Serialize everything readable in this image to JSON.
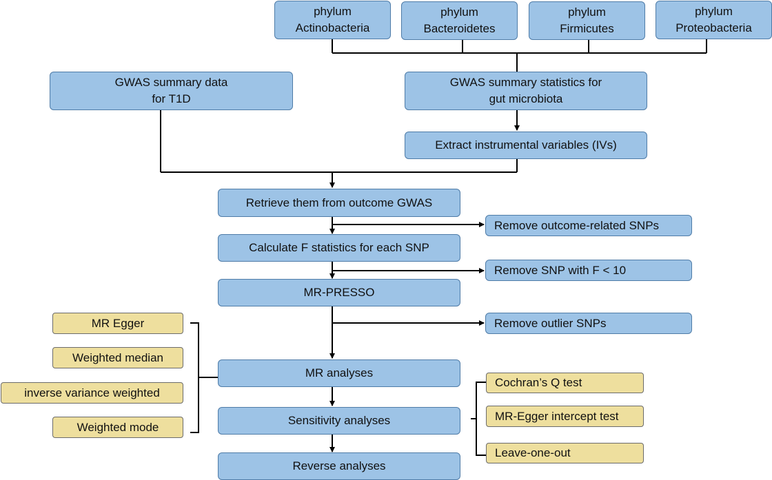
{
  "phyla": [
    {
      "line1": "phylum",
      "line2": "Actinobacteria"
    },
    {
      "line1": "phylum",
      "line2": "Bacteroidetes"
    },
    {
      "line1": "phylum",
      "line2": "Firmicutes"
    },
    {
      "line1": "phylum",
      "line2": "Proteobacteria"
    }
  ],
  "gwas_t1d": {
    "line1": "GWAS summary data",
    "line2": "for T1D"
  },
  "gwas_microbiota": {
    "line1": "GWAS summary statistics for",
    "line2": "gut microbiota"
  },
  "steps": {
    "extract_ivs": "Extract instrumental variables (IVs)",
    "retrieve": "Retrieve them from outcome GWAS",
    "calc_f": "Calculate F statistics for each SNP",
    "mr_presso": "MR-PRESSO",
    "mr_analyses": "MR analyses",
    "sensitivity": "Sensitivity analyses",
    "reverse": "Reverse analyses"
  },
  "removals": {
    "outcome_related": "Remove outcome-related SNPs",
    "f_lt_10": "Remove SNP with F < 10",
    "outliers": "Remove outlier SNPs"
  },
  "mr_methods": [
    "MR Egger",
    "Weighted median",
    "inverse variance weighted",
    "Weighted mode"
  ],
  "sensitivity_tests": [
    "Cochran’s Q test",
    "MR-Egger intercept test",
    "Leave-one-out"
  ],
  "colors": {
    "step_fill": "#9dc3e6",
    "step_border": "#4e7ba7",
    "method_fill": "#eedf9e",
    "line": "#000000"
  }
}
